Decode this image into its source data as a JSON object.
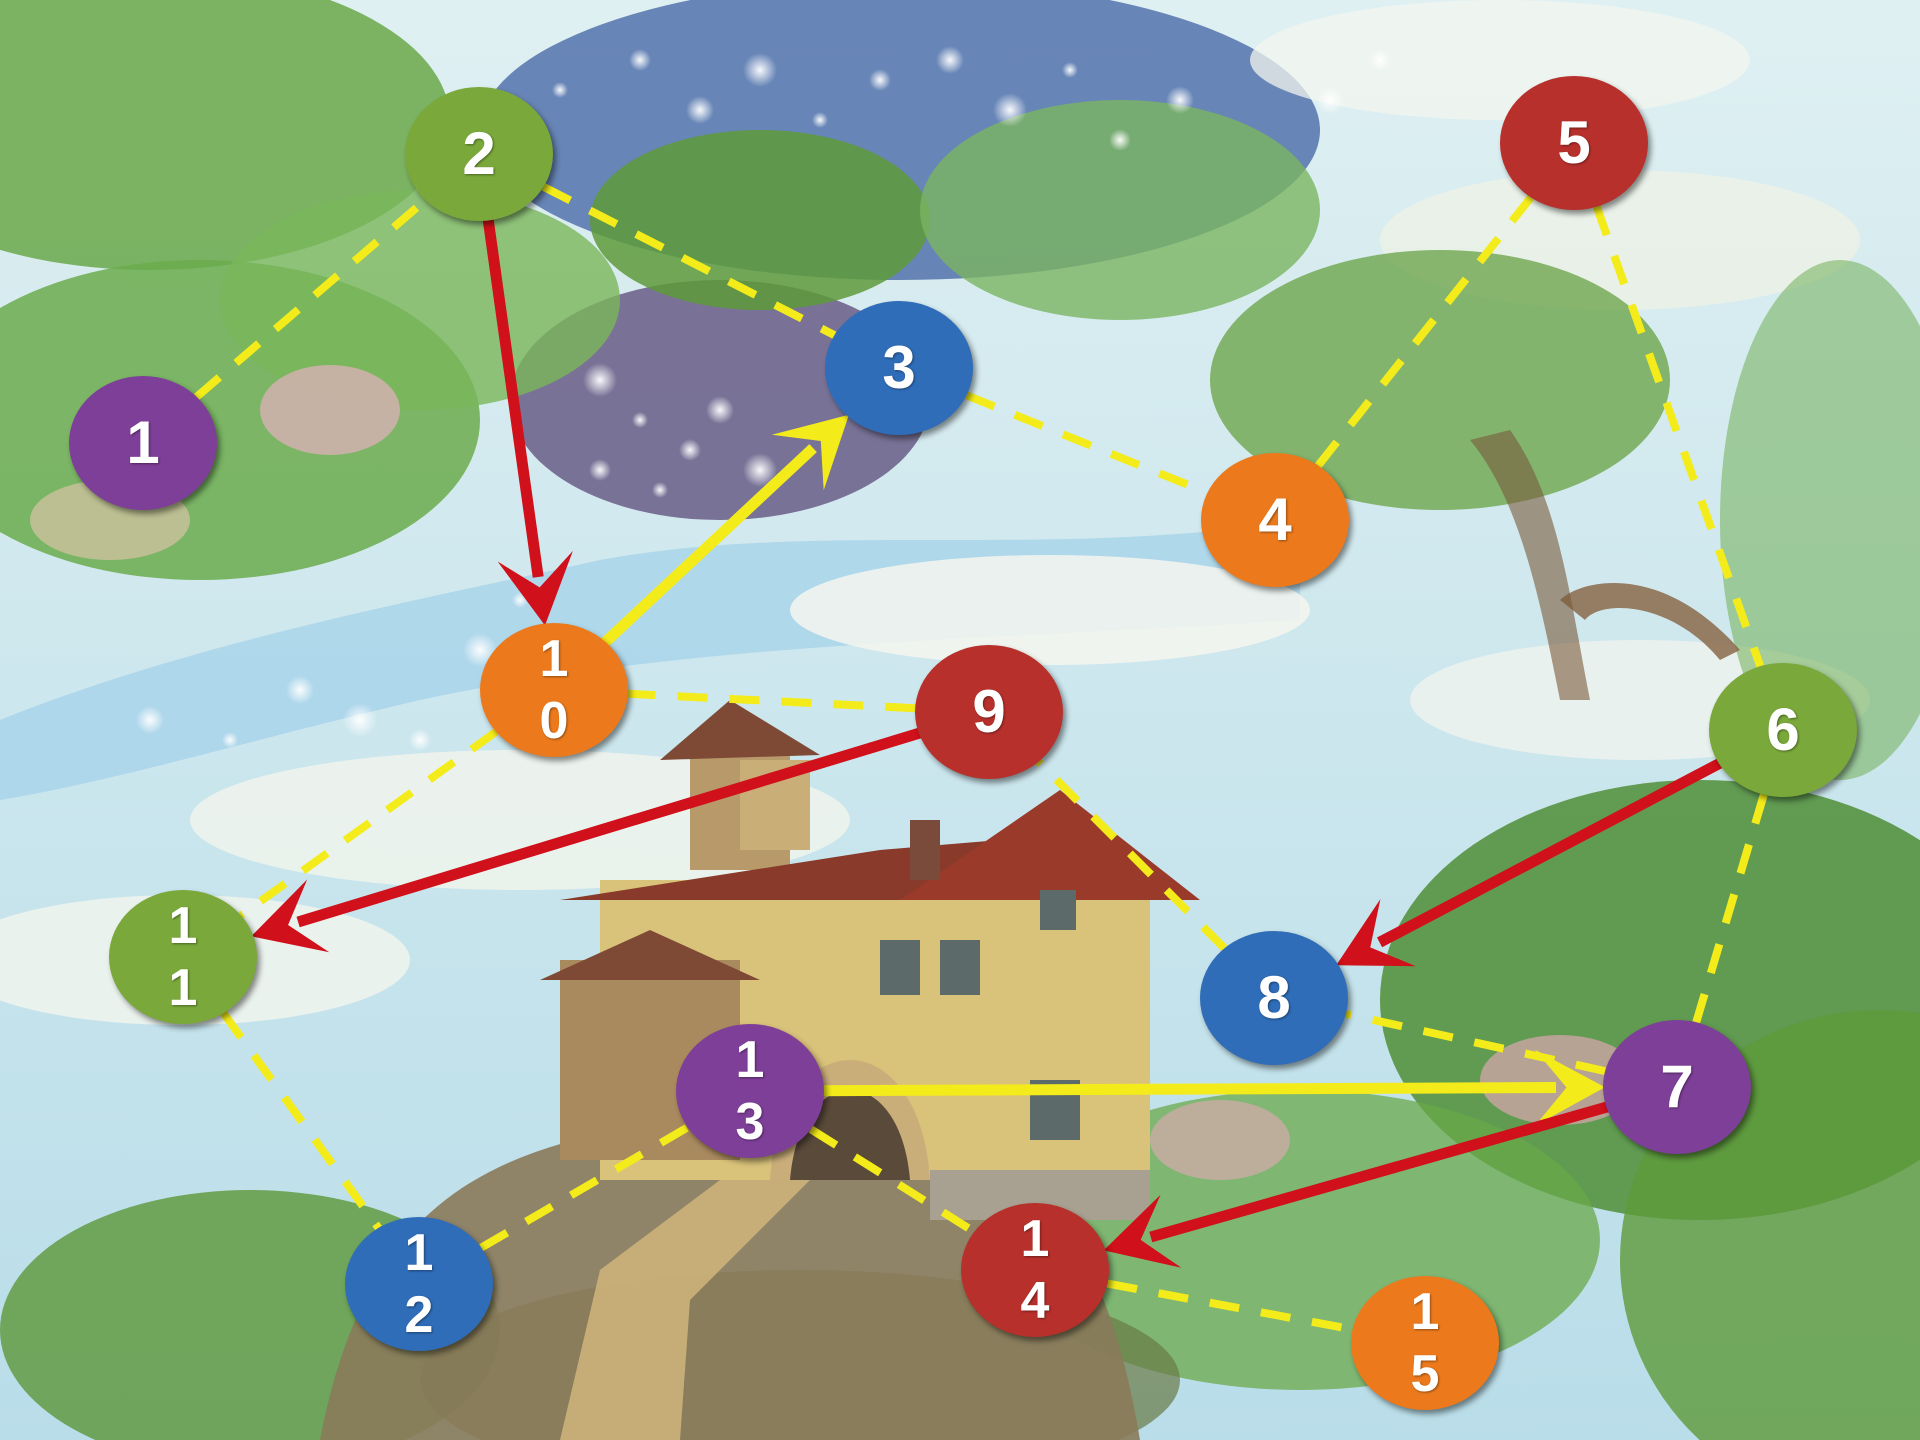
{
  "colors": {
    "purple": "#7e3f98",
    "green": "#7aa83a",
    "blue": "#2f6db8",
    "orange": "#ec7a1c",
    "red": "#b8302c",
    "dashed_line": "#f4ec1a",
    "red_arrow": "#d0101a",
    "yellow_arrow": "#f4ec1a",
    "sky": "#cfe8ef",
    "foliage": "#5e9a3a",
    "house": "#d9c27a",
    "roof": "#9a3a2a"
  },
  "nodes": [
    {
      "id": 1,
      "label": "1",
      "color": "purple"
    },
    {
      "id": 2,
      "label": "2",
      "color": "green"
    },
    {
      "id": 3,
      "label": "3",
      "color": "blue"
    },
    {
      "id": 4,
      "label": "4",
      "color": "orange"
    },
    {
      "id": 5,
      "label": "5",
      "color": "red"
    },
    {
      "id": 6,
      "label": "6",
      "color": "green"
    },
    {
      "id": 7,
      "label": "7",
      "color": "purple"
    },
    {
      "id": 8,
      "label": "8",
      "color": "blue"
    },
    {
      "id": 9,
      "label": "9",
      "color": "red"
    },
    {
      "id": 10,
      "label": "1\n0",
      "color": "orange"
    },
    {
      "id": 11,
      "label": "1\n1",
      "color": "green"
    },
    {
      "id": 12,
      "label": "1\n2",
      "color": "blue"
    },
    {
      "id": 13,
      "label": "1\n3",
      "color": "purple"
    },
    {
      "id": 14,
      "label": "1\n4",
      "color": "red"
    },
    {
      "id": 15,
      "label": "1\n5",
      "color": "orange"
    }
  ],
  "dashed_links": [
    [
      1,
      2
    ],
    [
      2,
      3
    ],
    [
      3,
      4
    ],
    [
      4,
      5
    ],
    [
      5,
      6
    ],
    [
      6,
      7
    ],
    [
      7,
      8
    ],
    [
      8,
      9
    ],
    [
      9,
      10
    ],
    [
      10,
      11
    ],
    [
      11,
      12
    ],
    [
      12,
      13
    ],
    [
      13,
      14
    ],
    [
      14,
      15
    ]
  ],
  "arrows": [
    {
      "from": 2,
      "to": 10,
      "color": "red_arrow"
    },
    {
      "from": 10,
      "to": 3,
      "color": "yellow_arrow"
    },
    {
      "from": 9,
      "to": 11,
      "color": "red_arrow"
    },
    {
      "from": 6,
      "to": 8,
      "color": "red_arrow"
    },
    {
      "from": 13,
      "to": 7,
      "color": "yellow_arrow"
    },
    {
      "from": 7,
      "to": 14,
      "color": "red_arrow"
    }
  ]
}
